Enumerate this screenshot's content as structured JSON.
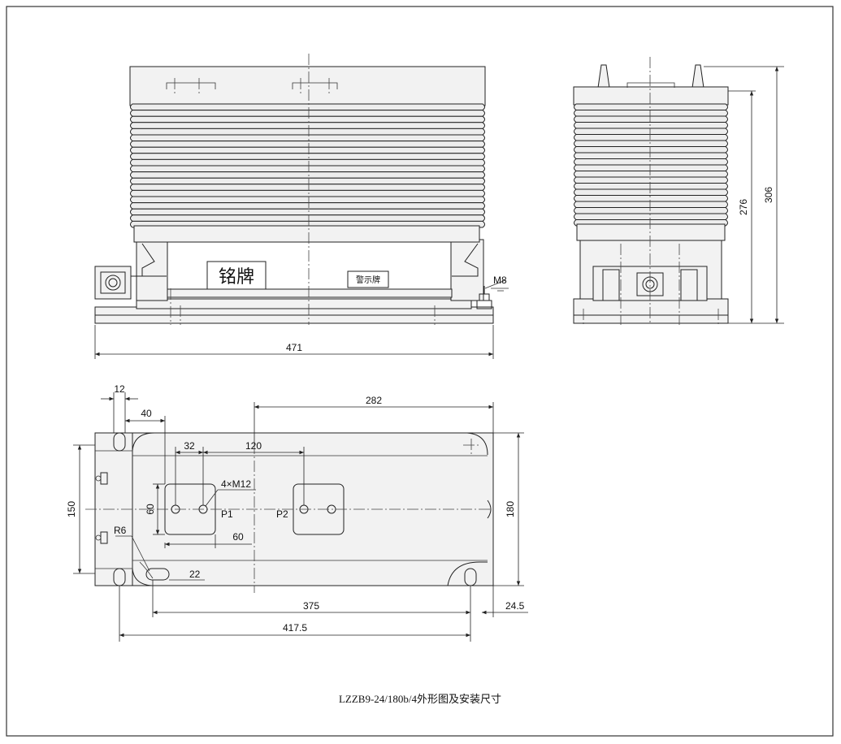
{
  "drawing": {
    "caption": "LZZB9-24/180b/4外形图及安装尺寸",
    "front_view": {
      "nameplate_label": "铭牌",
      "warning_label": "警示牌",
      "bolt_label": "M8",
      "width_dim": "471"
    },
    "side_view": {
      "height_dim_1": "276",
      "height_dim_2": "306"
    },
    "plan_view": {
      "dim_12": "12",
      "dim_40": "40",
      "dim_282": "282",
      "dim_32": "32",
      "dim_120": "120",
      "hole_label": "4×M12",
      "dim_60_v": "60",
      "terminal_p1": "P1",
      "terminal_p2": "P2",
      "dim_60_h": "60",
      "dim_150": "150",
      "dim_180": "180",
      "radius_label": "R6",
      "dim_22": "22",
      "dim_375": "375",
      "dim_24_5": "24.5",
      "dim_417_5": "417.5"
    }
  }
}
